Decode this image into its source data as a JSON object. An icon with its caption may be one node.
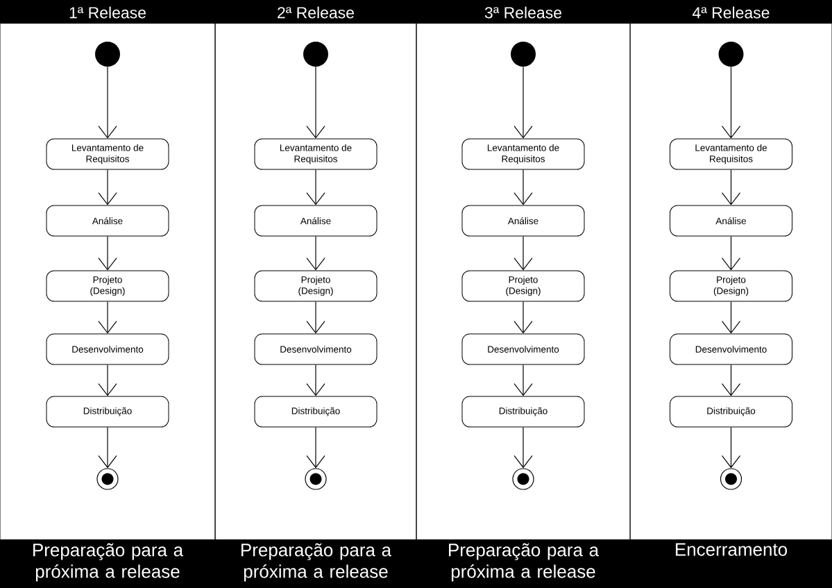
{
  "diagram": {
    "nodes": [
      {
        "text": [
          "1ª Release",
          "Preparação para a próxima a release"
        ]
      },
      {
        "text": [],
        "shape": "circle",
        "in": 0
      },
      {
        "text": [
          "Levantamento de Requisitos"
        ],
        "in": 0
      },
      {
        "text": [
          "Análise"
        ],
        "in": 0
      },
      {
        "text": [
          "Projeto (Design)"
        ],
        "in": 0
      },
      {
        "text": [
          "Desenvolvimento"
        ],
        "in": 0
      },
      {
        "text": [
          "Distribuição"
        ],
        "in": 0
      },
      {
        "text": [],
        "shape": "circle",
        "in": 0
      },
      {
        "text": [
          "2ª Release",
          "Preparação para a próxima a release"
        ]
      },
      {
        "text": [],
        "shape": "circle",
        "in": 8
      },
      {
        "text": [
          "Levantamento de Requisitos"
        ],
        "in": 8
      },
      {
        "text": [
          "Análise"
        ],
        "in": 8
      },
      {
        "text": [
          "Projeto (Design)"
        ],
        "in": 8
      },
      {
        "text": [
          "Desenvolvimento"
        ],
        "in": 8
      },
      {
        "text": [
          "Distribuição"
        ],
        "in": 8
      },
      {
        "text": [],
        "shape": "circle",
        "in": 8
      },
      {
        "text": [
          "3ª Release",
          "Preparação para a próxima a release"
        ]
      },
      {
        "text": [],
        "shape": "circle",
        "in": 16
      },
      {
        "text": [
          "Levantamento de Requisitos"
        ],
        "in": 16
      },
      {
        "text": [
          "Análise"
        ],
        "in": 16
      },
      {
        "text": [
          "Projeto (Design)"
        ],
        "in": 16
      },
      {
        "text": [
          "Desenvolvimento"
        ],
        "in": 16
      },
      {
        "text": [
          "Distribuição"
        ],
        "in": 16
      },
      {
        "text": [],
        "shape": "circle",
        "in": 16
      },
      {
        "text": [
          "4ª Release",
          "Encerramento"
        ]
      },
      {
        "text": [],
        "shape": "circle",
        "in": 24
      },
      {
        "text": [
          "Levantamento de Requisitos"
        ],
        "in": 24
      },
      {
        "text": [
          "Análise"
        ],
        "in": 24
      },
      {
        "text": [
          "Projeto (Design)"
        ],
        "in": 24
      },
      {
        "text": [
          "Desenvolvimento"
        ],
        "in": 24
      },
      {
        "text": [
          "Distribuição"
        ],
        "in": 24
      },
      {
        "text": [],
        "shape": "circle",
        "in": 24
      }
    ],
    "edges": [
      {
        "from": 1,
        "to": 2,
        "arrow": "to"
      },
      {
        "from": 2,
        "to": 3,
        "arrow": "to"
      },
      {
        "from": 3,
        "to": 4,
        "arrow": "to"
      },
      {
        "from": 4,
        "to": 5,
        "arrow": "to"
      },
      {
        "from": 5,
        "to": 6,
        "arrow": "to"
      },
      {
        "from": 6,
        "to": 7,
        "arrow": "to"
      },
      {
        "from": 9,
        "to": 10,
        "arrow": "to"
      },
      {
        "from": 10,
        "to": 11,
        "arrow": "to"
      },
      {
        "from": 11,
        "to": 12,
        "arrow": "to"
      },
      {
        "from": 12,
        "to": 13,
        "arrow": "to"
      },
      {
        "from": 13,
        "to": 14,
        "arrow": "to"
      },
      {
        "from": 14,
        "to": 15,
        "arrow": "to"
      },
      {
        "from": 17,
        "to": 18,
        "arrow": "to"
      },
      {
        "from": 18,
        "to": 19,
        "arrow": "to"
      },
      {
        "from": 19,
        "to": 20,
        "arrow": "to"
      },
      {
        "from": 20,
        "to": 21,
        "arrow": "to"
      },
      {
        "from": 21,
        "to": 22,
        "arrow": "to"
      },
      {
        "from": 22,
        "to": 23,
        "arrow": "to"
      },
      {
        "from": 25,
        "to": 26,
        "arrow": "to"
      },
      {
        "from": 26,
        "to": 27,
        "arrow": "to"
      },
      {
        "from": 27,
        "to": 28,
        "arrow": "to"
      },
      {
        "from": 28,
        "to": 29,
        "arrow": "to"
      },
      {
        "from": 29,
        "to": 30,
        "arrow": "to"
      },
      {
        "from": 30,
        "to": 31,
        "arrow": "to"
      }
    ]
  }
}
